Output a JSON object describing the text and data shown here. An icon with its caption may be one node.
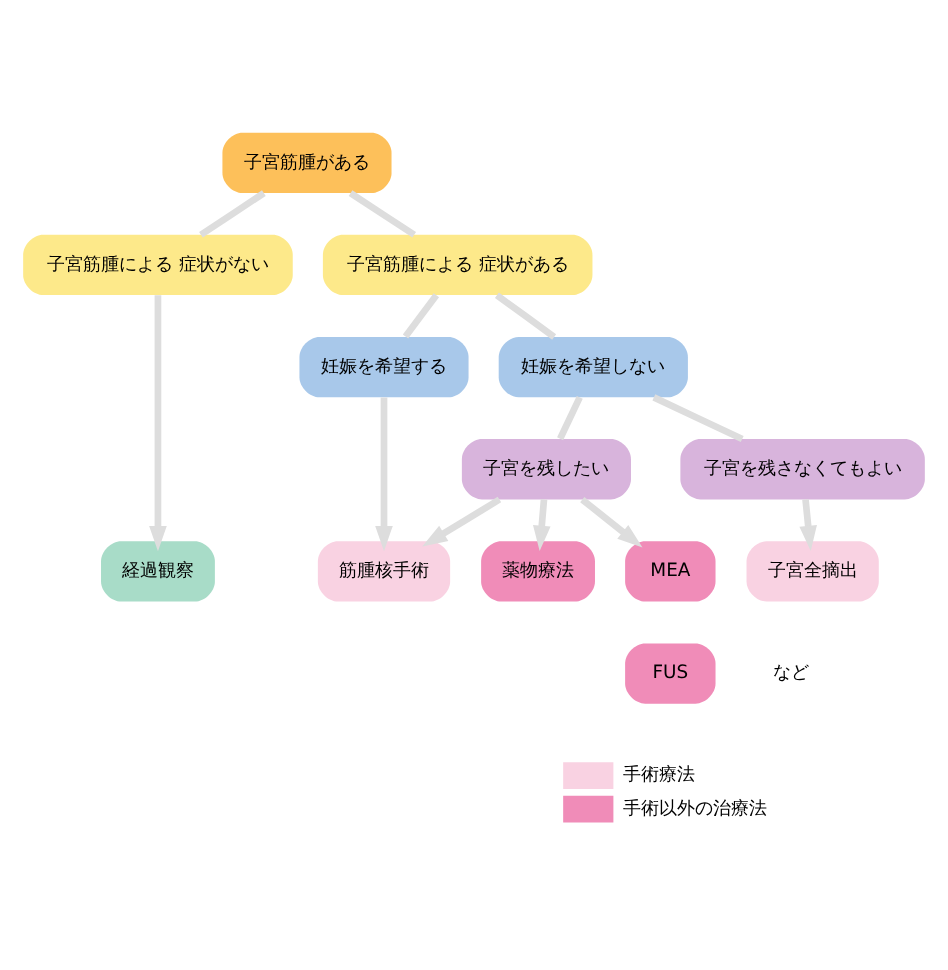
{
  "diagram": {
    "nodes": [
      {
        "text": [
          "子宮筋腫がある"
        ]
      },
      {
        "text": [
          "子宮筋腫による 症状がない"
        ]
      },
      {
        "text": [
          "子宮筋腫による 症状がある"
        ]
      },
      {
        "text": [
          "妊娠を希望する"
        ]
      },
      {
        "text": [
          "妊娠を希望しない"
        ]
      },
      {
        "text": [
          "子宮を残したい"
        ]
      },
      {
        "text": [
          "子宮を残さなくてもよい"
        ]
      },
      {
        "text": [
          "経過観察"
        ]
      },
      {
        "text": [
          "筋腫核手術"
        ]
      },
      {
        "text": [
          "薬物療法"
        ]
      },
      {
        "text": [
          "子宮全摘出"
        ]
      },
      {
        "text": [
          "MEA"
        ]
      },
      {
        "text": [
          "FUS"
        ],
        "beside": [
          "など"
        ]
      }
    ],
    "edges": [
      {
        "from": 0,
        "to": 1,
        "arrow": "none"
      },
      {
        "from": 0,
        "to": 2,
        "arrow": "none"
      },
      {
        "from": 1,
        "to": 7,
        "arrow": "to"
      },
      {
        "from": 2,
        "to": 3,
        "arrow": "none"
      },
      {
        "from": 2,
        "to": 4,
        "arrow": "none"
      },
      {
        "from": 3,
        "to": 8,
        "arrow": "to"
      },
      {
        "from": 4,
        "to": 5,
        "arrow": "none"
      },
      {
        "from": 4,
        "to": 6,
        "arrow": "none"
      },
      {
        "from": 5,
        "to": 8,
        "arrow": "to"
      },
      {
        "from": 5,
        "to": 11,
        "arrow": "to"
      },
      {
        "from": 5,
        "to": 9,
        "arrow": "to"
      },
      {
        "from": 6,
        "to": 10,
        "arrow": "to"
      }
    ],
    "legend": [
      {
        "text": "手術療法",
        "color": "#f9d2e2"
      },
      {
        "text": "手術以外の治療法",
        "color": "#f08cb8"
      }
    ]
  }
}
